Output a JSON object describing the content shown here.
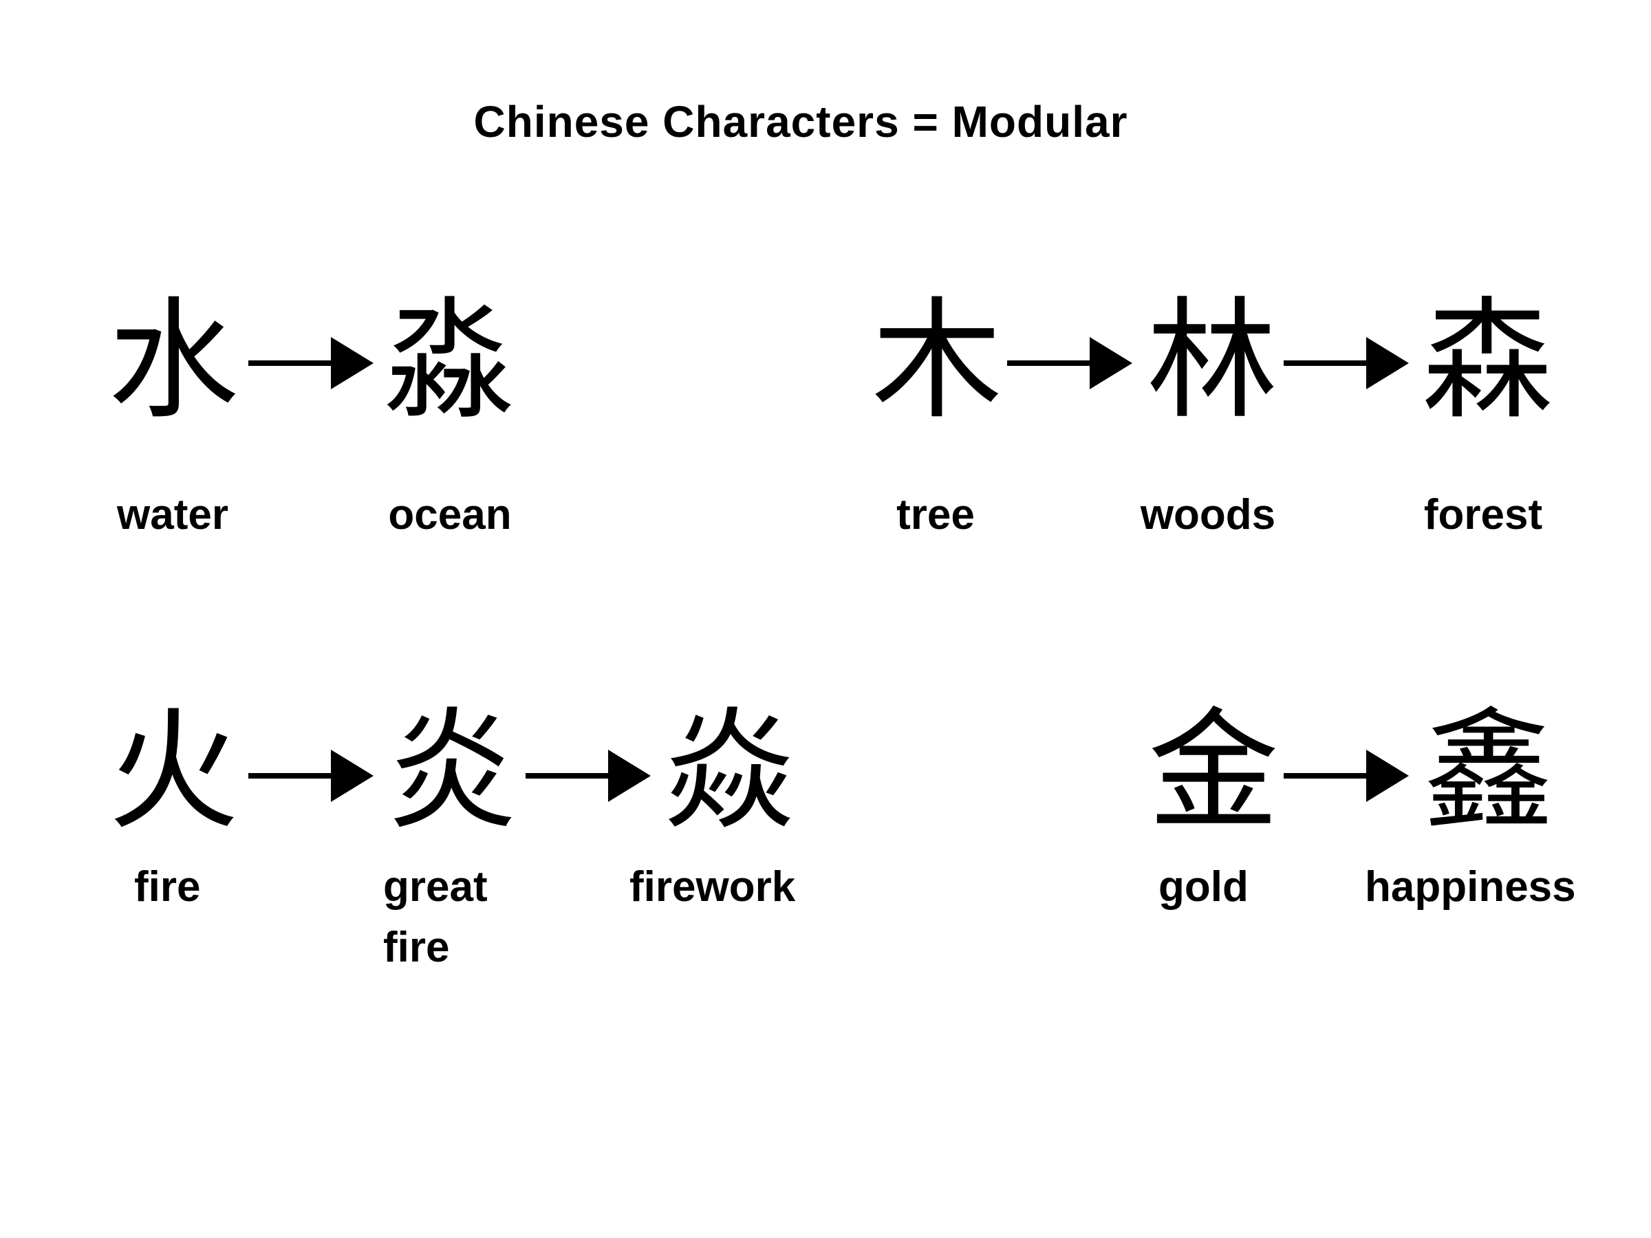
{
  "title": "Chinese Characters = Modular",
  "groups": [
    {
      "chars": [
        "水",
        "淼"
      ],
      "labels": [
        "water",
        "ocean"
      ]
    },
    {
      "chars": [
        "木",
        "林",
        "森"
      ],
      "labels": [
        "tree",
        "woods",
        "forest"
      ]
    },
    {
      "chars": [
        "火",
        "炎",
        "焱"
      ],
      "labels": [
        "fire",
        "great fire",
        "firework"
      ]
    },
    {
      "chars": [
        "金",
        "鑫"
      ],
      "labels": [
        "gold",
        "happiness"
      ]
    }
  ]
}
